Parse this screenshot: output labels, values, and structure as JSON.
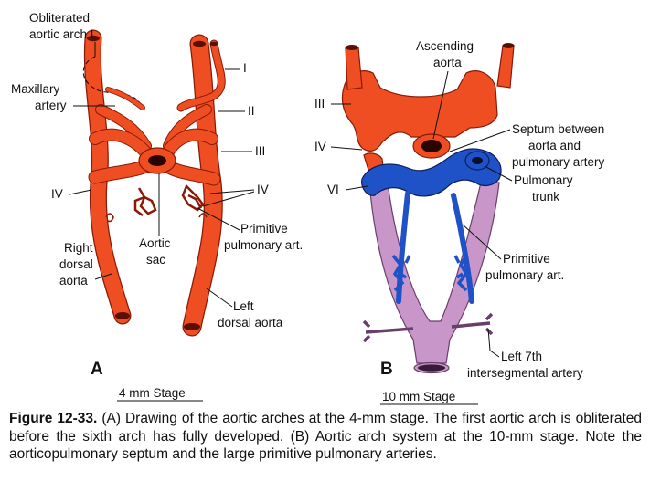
{
  "panel_a": {
    "letter": "A",
    "stage": "4 mm Stage",
    "labels": {
      "obliterated_line1": "Obliterated",
      "obliterated_line2": "aortic arch I",
      "maxillary_line1": "Maxillary",
      "maxillary_line2": "artery",
      "arch_i": "I",
      "arch_ii": "II",
      "arch_iii": "III",
      "arch_iv_left": "IV",
      "arch_iv_right": "IV",
      "primitive_line1": "Primitive",
      "primitive_line2": "pulmonary art.",
      "aortic_line1": "Aortic",
      "aortic_line2": "sac",
      "right_line1": "Right",
      "right_line2": "dorsal",
      "right_line3": "aorta",
      "left_line1": "Left",
      "left_line2": "dorsal aorta"
    }
  },
  "panel_b": {
    "letter": "B",
    "stage": "10 mm Stage",
    "labels": {
      "ascending_line1": "Ascending",
      "ascending_line2": "aorta",
      "arch_iii": "III",
      "arch_iv": "IV",
      "arch_vi": "VI",
      "septum_line1": "Septum between",
      "septum_line2": "aorta and",
      "septum_line3": "pulmonary artery",
      "trunk_line1": "Pulmonary",
      "trunk_line2": "trunk",
      "primitive_line1": "Primitive",
      "primitive_line2": "pulmonary art.",
      "left7_line1": "Left 7th",
      "left7_line2": "intersegmental artery"
    }
  },
  "caption": {
    "figure_label": "Figure 12-33.",
    "text": "(A) Drawing of the aortic arches at the 4-mm stage. The first aortic arch is obliterated before the sixth arch has fully developed. (B) Aortic arch system at the 10-mm stage. Note the aorticopulmonary septum and the large primitive pulmonary arteries."
  },
  "colors": {
    "aortic_red": "#ee4e22",
    "pulmonary_blue": "#1f52c6",
    "dorsal_lavender": "#c896c8"
  }
}
